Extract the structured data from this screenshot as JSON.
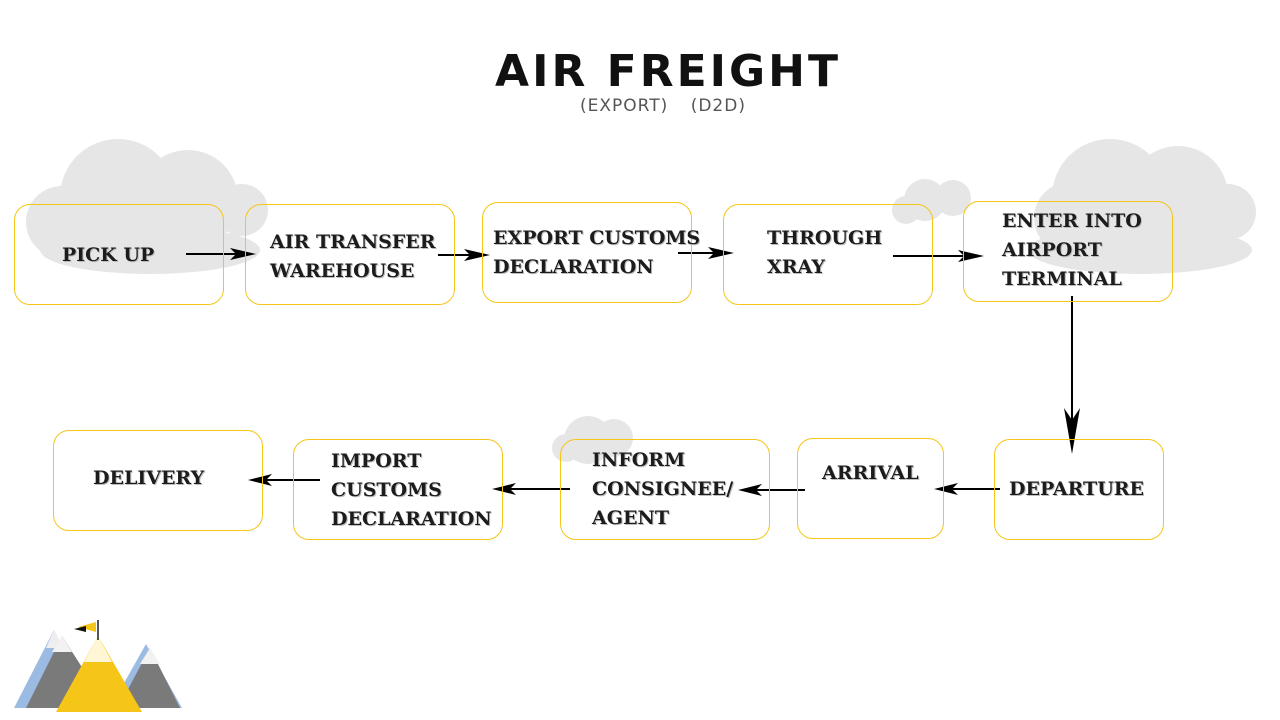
{
  "title": "AIR FREIGHT",
  "subtitle": {
    "type": "(EXPORT)",
    "mode": "(D2D)"
  },
  "steps": [
    {
      "id": "pick-up",
      "label": "PICK UP"
    },
    {
      "id": "air-transfer-warehouse",
      "label": "AIR TRANSFER\nWAREHOUSE"
    },
    {
      "id": "export-customs-declaration",
      "label": "EXPORT CUSTOMS\nDECLARATION"
    },
    {
      "id": "through-xray",
      "label": "THROUGH\nXRAY"
    },
    {
      "id": "enter-into-airport-terminal",
      "label": "ENTER INTO\nAIRPORT\nTERMINAL"
    },
    {
      "id": "departure",
      "label": "DEPARTURE"
    },
    {
      "id": "arrival",
      "label": "ARRIVAL"
    },
    {
      "id": "inform-consignee-agent",
      "label": "INFORM\nCONSIGNEE/\nAGENT"
    },
    {
      "id": "import-customs-declaration",
      "label": "IMPORT\nCUSTOMS\nDECLARATION"
    },
    {
      "id": "delivery",
      "label": "DELIVERY"
    }
  ],
  "flow": [
    [
      "pick-up",
      "air-transfer-warehouse"
    ],
    [
      "air-transfer-warehouse",
      "export-customs-declaration"
    ],
    [
      "export-customs-declaration",
      "through-xray"
    ],
    [
      "through-xray",
      "enter-into-airport-terminal"
    ],
    [
      "enter-into-airport-terminal",
      "departure"
    ],
    [
      "departure",
      "arrival"
    ],
    [
      "arrival",
      "inform-consignee-agent"
    ],
    [
      "inform-consignee-agent",
      "import-customs-declaration"
    ],
    [
      "import-customs-declaration",
      "delivery"
    ]
  ],
  "colors": {
    "box_border": "#f5c518",
    "text": "#1c1c1c",
    "arrow": "#000000",
    "cloud": "#e6e6e6",
    "flag": "#f5c518"
  },
  "decorations": [
    "cloud-decoration",
    "mountain-flag-logo"
  ]
}
